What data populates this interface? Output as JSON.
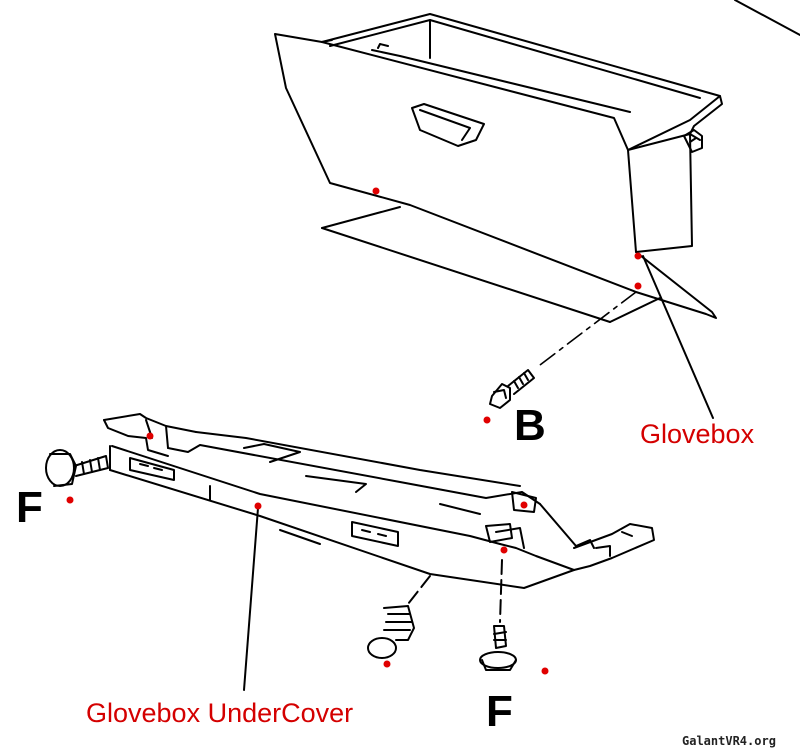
{
  "labels": {
    "glovebox": "Glovebox",
    "undercover": "Glovebox UnderCover",
    "bolt_b": "B",
    "screw_f_left": "F",
    "screw_f_bottom": "F"
  },
  "watermark": "GalantVR4.org",
  "colors": {
    "label_red": "#d40000",
    "marker_red": "#e00000",
    "line": "#000000"
  }
}
